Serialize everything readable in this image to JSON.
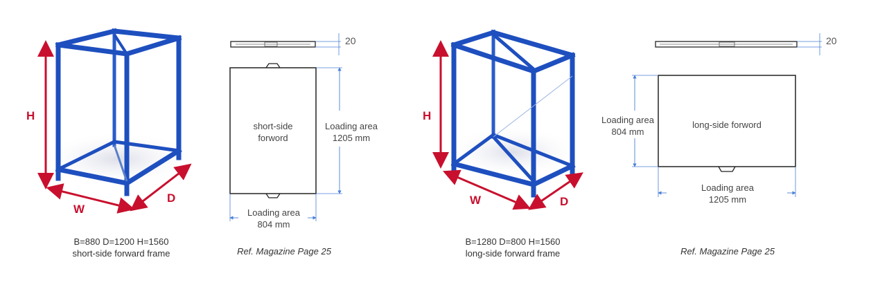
{
  "colors": {
    "frame_blue": "#1e4fbf",
    "frame_dark": "#123a8f",
    "dim_red": "#c8102e",
    "dim_blue": "#4a7fd6"
  },
  "left": {
    "axis_h": "H",
    "axis_w": "W",
    "axis_d": "D",
    "dims": "B=880 D=1200 H=1560",
    "caption": "short-side forward frame",
    "thickness": "20",
    "panel_label_1": "short-side",
    "panel_label_2": "forword",
    "loading_side_1": "Loading area",
    "loading_side_2": "1205 mm",
    "loading_bottom_1": "Loading area",
    "loading_bottom_2": "804 mm",
    "ref": "Ref. Magazine Page 25"
  },
  "right": {
    "axis_h": "H",
    "axis_w": "W",
    "axis_d": "D",
    "dims": "B=1280 D=800 H=1560",
    "caption": "long-side forward frame",
    "thickness": "20",
    "panel_label": "long-side forword",
    "loading_side_1": "Loading area",
    "loading_side_2": "804 mm",
    "loading_bottom_1": "Loading area",
    "loading_bottom_2": "1205 mm",
    "ref": "Ref. Magazine Page 25"
  }
}
